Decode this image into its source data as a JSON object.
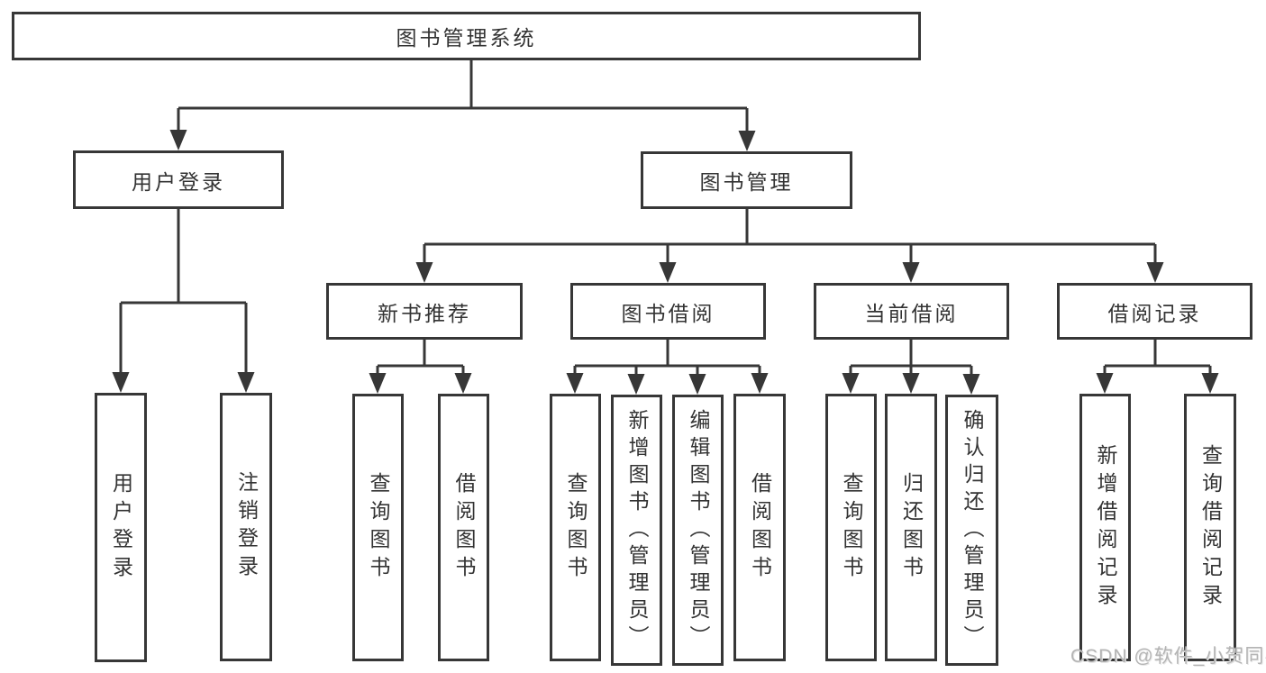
{
  "tree": {
    "label": "图书管理系统",
    "children": [
      {
        "label": "用户登录",
        "children": [
          {
            "label": "用户登录"
          },
          {
            "label": "注销登录"
          }
        ]
      },
      {
        "label": "图书管理",
        "children": [
          {
            "label": "新书推荐",
            "children": [
              {
                "label": "查询图书"
              },
              {
                "label": "借阅图书"
              }
            ]
          },
          {
            "label": "图书借阅",
            "children": [
              {
                "label": "查询图书"
              },
              {
                "label": "新增图书（管理员）"
              },
              {
                "label": "编辑图书（管理员）"
              },
              {
                "label": "借阅图书"
              }
            ]
          },
          {
            "label": "当前借阅",
            "children": [
              {
                "label": "查询图书"
              },
              {
                "label": "归还图书"
              },
              {
                "label": "确认归还（管理员）"
              }
            ]
          },
          {
            "label": "借阅记录",
            "children": [
              {
                "label": "新增借阅记录"
              },
              {
                "label": "查询借阅记录"
              }
            ]
          }
        ]
      }
    ]
  },
  "watermark": "CSDN @软件_小贺同学",
  "colors": {
    "line": "#373737",
    "text": "#333333",
    "watermark_gray": "#b4b4b4",
    "background": "#ffffff"
  }
}
